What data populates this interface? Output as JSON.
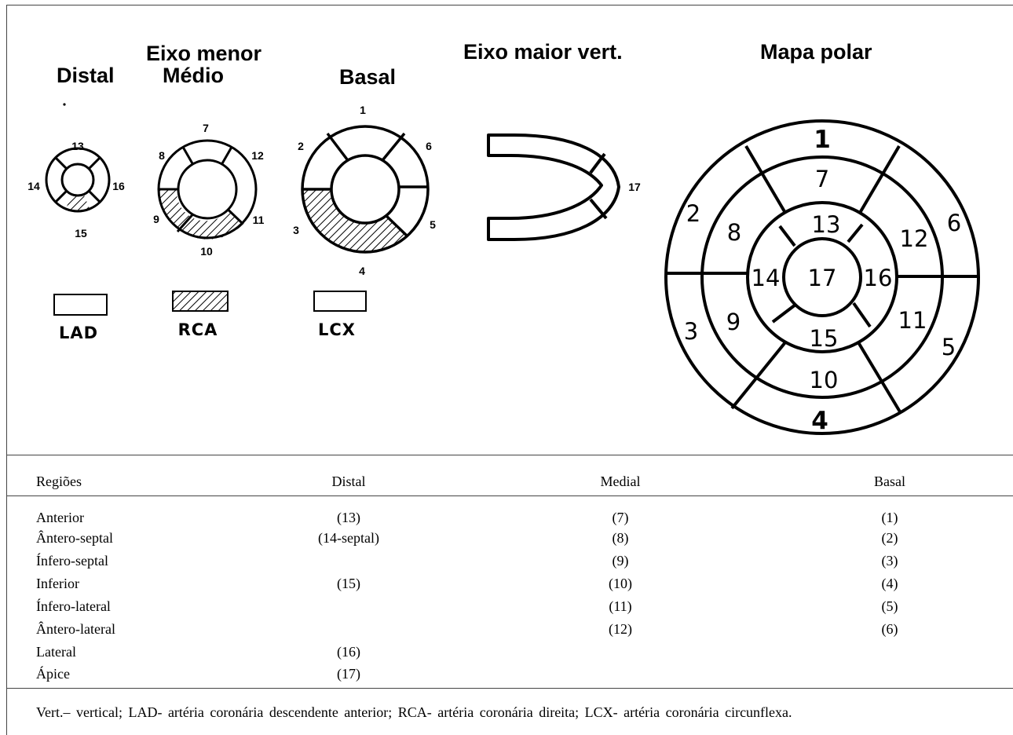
{
  "figure": {
    "headings": {
      "distal": "Distal",
      "short_axis": "Eixo menor",
      "middle": "Médio",
      "basal": "Basal",
      "vertical_long_axis": "Eixo maior vert.",
      "polar_map": "Mapa polar"
    },
    "distal_labels": [
      "13",
      "14",
      "15",
      "16"
    ],
    "middle_labels": [
      "7",
      "8",
      "9",
      "10",
      "11",
      "12"
    ],
    "basal_labels": [
      "1",
      "2",
      "3",
      "4",
      "5",
      "6"
    ],
    "long_axis_label": "17",
    "polar_outer": [
      "1",
      "2",
      "3",
      "4",
      "5",
      "6"
    ],
    "polar_middle": [
      "7",
      "8",
      "9",
      "10",
      "11",
      "12"
    ],
    "polar_inner": [
      "13",
      "14",
      "15",
      "16"
    ],
    "polar_center": "17",
    "legend": [
      {
        "label": "LAD",
        "pattern": "blank"
      },
      {
        "label": "RCA",
        "pattern": "hatched"
      },
      {
        "label": "LCX",
        "pattern": "blank"
      }
    ]
  },
  "table": {
    "headers": [
      "Regiões",
      "Distal",
      "Medial",
      "Basal"
    ],
    "rows": [
      [
        "Anterior",
        "(13)",
        "(7)",
        "(1)"
      ],
      [
        "Ântero-septal",
        "(14-septal)",
        "(8)",
        "(2)"
      ],
      [
        "Ínfero-septal",
        "",
        "(9)",
        "(3)"
      ],
      [
        "Inferior",
        "(15)",
        "(10)",
        "(4)"
      ],
      [
        "Ínfero-lateral",
        "",
        "(11)",
        "(5)"
      ],
      [
        "Ântero-lateral",
        "",
        "(12)",
        "(6)"
      ],
      [
        "Lateral",
        "(16)",
        "",
        ""
      ],
      [
        "Ápice",
        "(17)",
        "",
        ""
      ]
    ],
    "footnote": "Vert.– vertical; LAD- artéria coronária descendente anterior; RCA- artéria coronária direita; LCX- artéria coronária circunflexa."
  }
}
